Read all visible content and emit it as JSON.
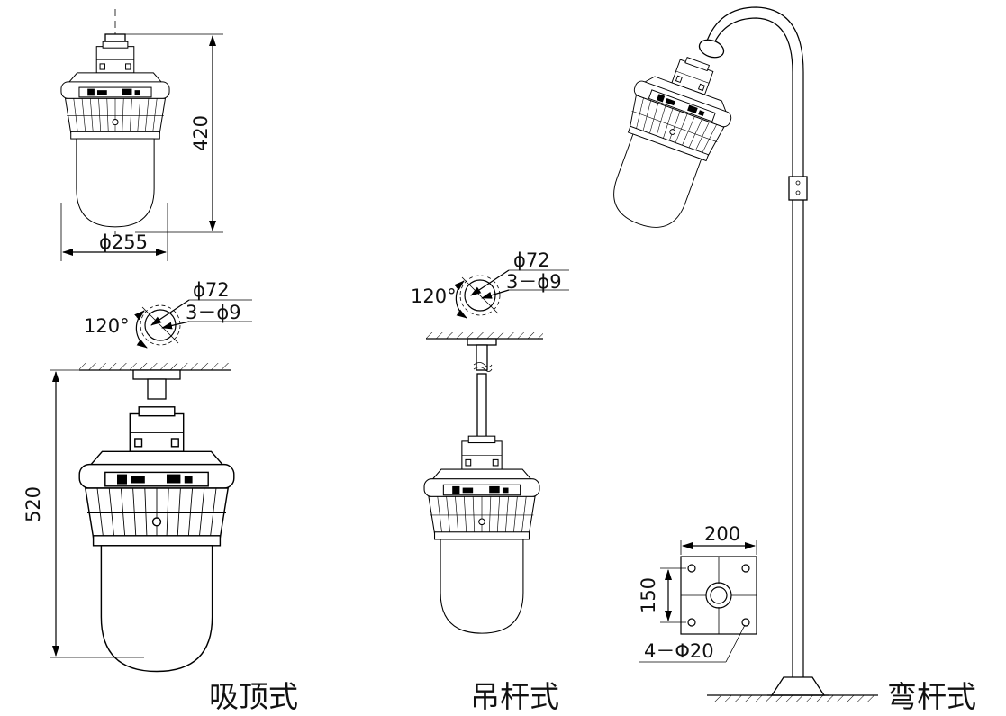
{
  "views": {
    "ceiling": {
      "caption": "吸顶式",
      "height_dim": "420",
      "diameter_dim": "ϕ255",
      "mount_height_dim": "520",
      "hole_pattern": {
        "angle": "120°",
        "circle": "ϕ72",
        "holes": "3－ϕ9"
      }
    },
    "pendant": {
      "caption": "吊杆式",
      "hole_pattern": {
        "angle": "120°",
        "circle": "ϕ72",
        "holes": "3－ϕ9"
      }
    },
    "pole": {
      "caption": "弯杆式",
      "base_width_dim": "200",
      "base_height_dim": "150",
      "base_holes": "4－Φ20"
    }
  },
  "colors": {
    "line": "#000000",
    "background": "#ffffff"
  }
}
